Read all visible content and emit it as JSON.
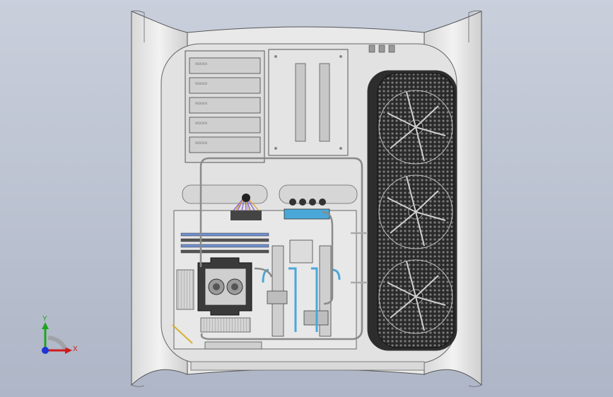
{
  "colors": {
    "background_top": "#c9cfdb",
    "background_bottom": "#aeb6c7",
    "case_panel": "#e6e6e6",
    "case_edge": "#555555",
    "fan_dark": "#1e1e1e",
    "axis_x": "#d11a1a",
    "axis_y": "#21a321",
    "axis_z": "#1f33d6",
    "ram_blue": "#6f8fd0",
    "fitting_blue": "#4aa8d8"
  },
  "axis_triad": {
    "x_label": "X",
    "y_label": "Y"
  },
  "drive_bays": {
    "labels": [
      "WD6000",
      "WD6000",
      "WD6000",
      "WD6000",
      "WD6000"
    ]
  }
}
